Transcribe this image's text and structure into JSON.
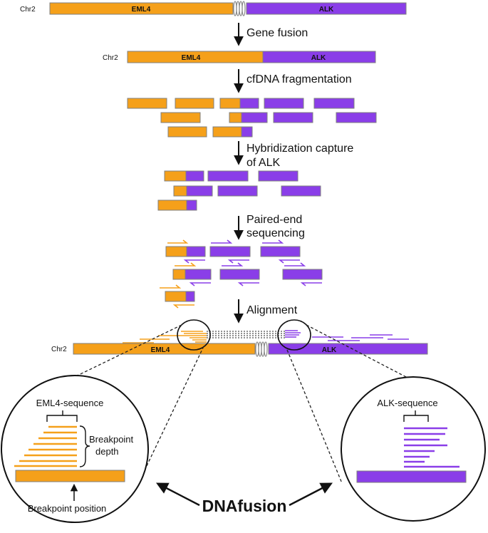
{
  "colors": {
    "eml4": "#f5a01a",
    "alk": "#8a3ee8",
    "outline": "#7f7f7f",
    "text": "#111111"
  },
  "chromosome_label": "Chr2",
  "genes": {
    "eml4": "EML4",
    "alk": "ALK"
  },
  "steps": {
    "fusion": "Gene fusion",
    "fragmentation": "cfDNA fragmentation",
    "capture_1": "Hybridization capture",
    "capture_2": "of ALK",
    "sequencing_1": "Paired-end",
    "sequencing_2": "sequencing",
    "alignment": "Alignment"
  },
  "zoom_left": {
    "title": "EML4-sequence",
    "depth_label_1": "Breakpoint",
    "depth_label_2": "depth",
    "position_label": "Breakpoint position"
  },
  "zoom_right": {
    "title": "ALK-sequence"
  },
  "tool_name": "DNAfusion"
}
